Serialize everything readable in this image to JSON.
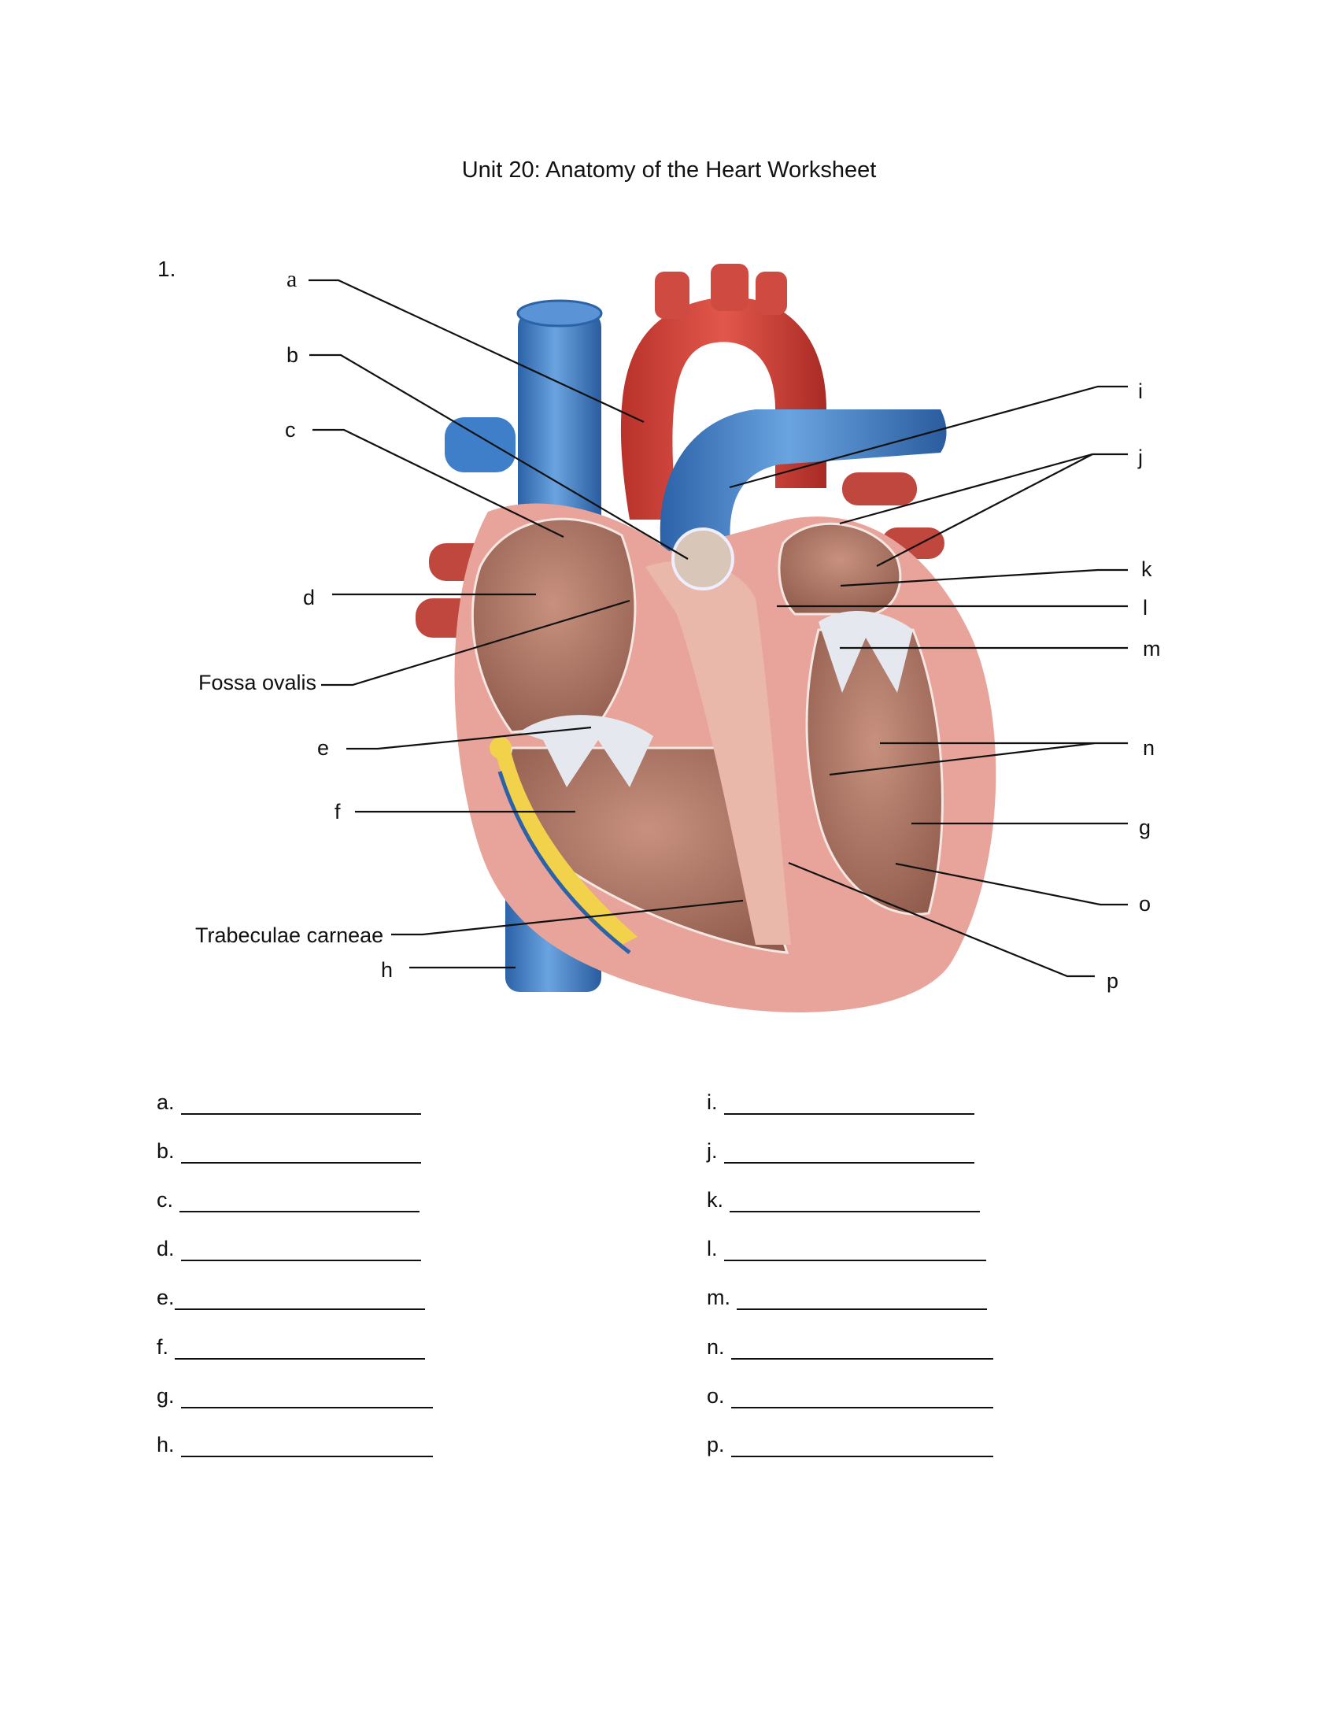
{
  "title": "Unit 20: Anatomy of the Heart Worksheet",
  "question_number": "1.",
  "diagram": {
    "figure": "heart-frontal-section-illustration",
    "colors": {
      "artery_red": "#d9473d",
      "vein_blue": "#3f7fc9",
      "muscle_pink": "#e8a49a",
      "chamber_brown": "#b07a6a",
      "valve_white": "#e9ecf2",
      "fat_yellow": "#f2d24a"
    },
    "labels": [
      {
        "id": "a",
        "text": "a"
      },
      {
        "id": "b",
        "text": "b"
      },
      {
        "id": "c",
        "text": "c"
      },
      {
        "id": "d",
        "text": "d"
      },
      {
        "id": "fossa",
        "text": "Fossa ovalis"
      },
      {
        "id": "e",
        "text": "e"
      },
      {
        "id": "f",
        "text": "f"
      },
      {
        "id": "trab",
        "text": "Trabeculae carneae"
      },
      {
        "id": "h",
        "text": "h"
      },
      {
        "id": "i",
        "text": "i"
      },
      {
        "id": "j",
        "text": "j"
      },
      {
        "id": "k",
        "text": "k"
      },
      {
        "id": "l",
        "text": "l"
      },
      {
        "id": "m",
        "text": "m"
      },
      {
        "id": "n",
        "text": "n"
      },
      {
        "id": "g",
        "text": "g"
      },
      {
        "id": "o",
        "text": "o"
      },
      {
        "id": "p",
        "text": "p"
      }
    ]
  },
  "answers": {
    "left": [
      {
        "label": "a.",
        "value": ""
      },
      {
        "label": "b.",
        "value": ""
      },
      {
        "label": "c.",
        "value": ""
      },
      {
        "label": "d.",
        "value": ""
      },
      {
        "label": "e.",
        "value": ""
      },
      {
        "label": "f.",
        "value": ""
      },
      {
        "label": "g.",
        "value": ""
      },
      {
        "label": "h.",
        "value": ""
      }
    ],
    "right": [
      {
        "label": "i.",
        "value": ""
      },
      {
        "label": "j.",
        "value": ""
      },
      {
        "label": "k.",
        "value": ""
      },
      {
        "label": "l.",
        "value": ""
      },
      {
        "label": "m.",
        "value": ""
      },
      {
        "label": "n.",
        "value": ""
      },
      {
        "label": "o.",
        "value": ""
      },
      {
        "label": "p.",
        "value": ""
      }
    ]
  }
}
